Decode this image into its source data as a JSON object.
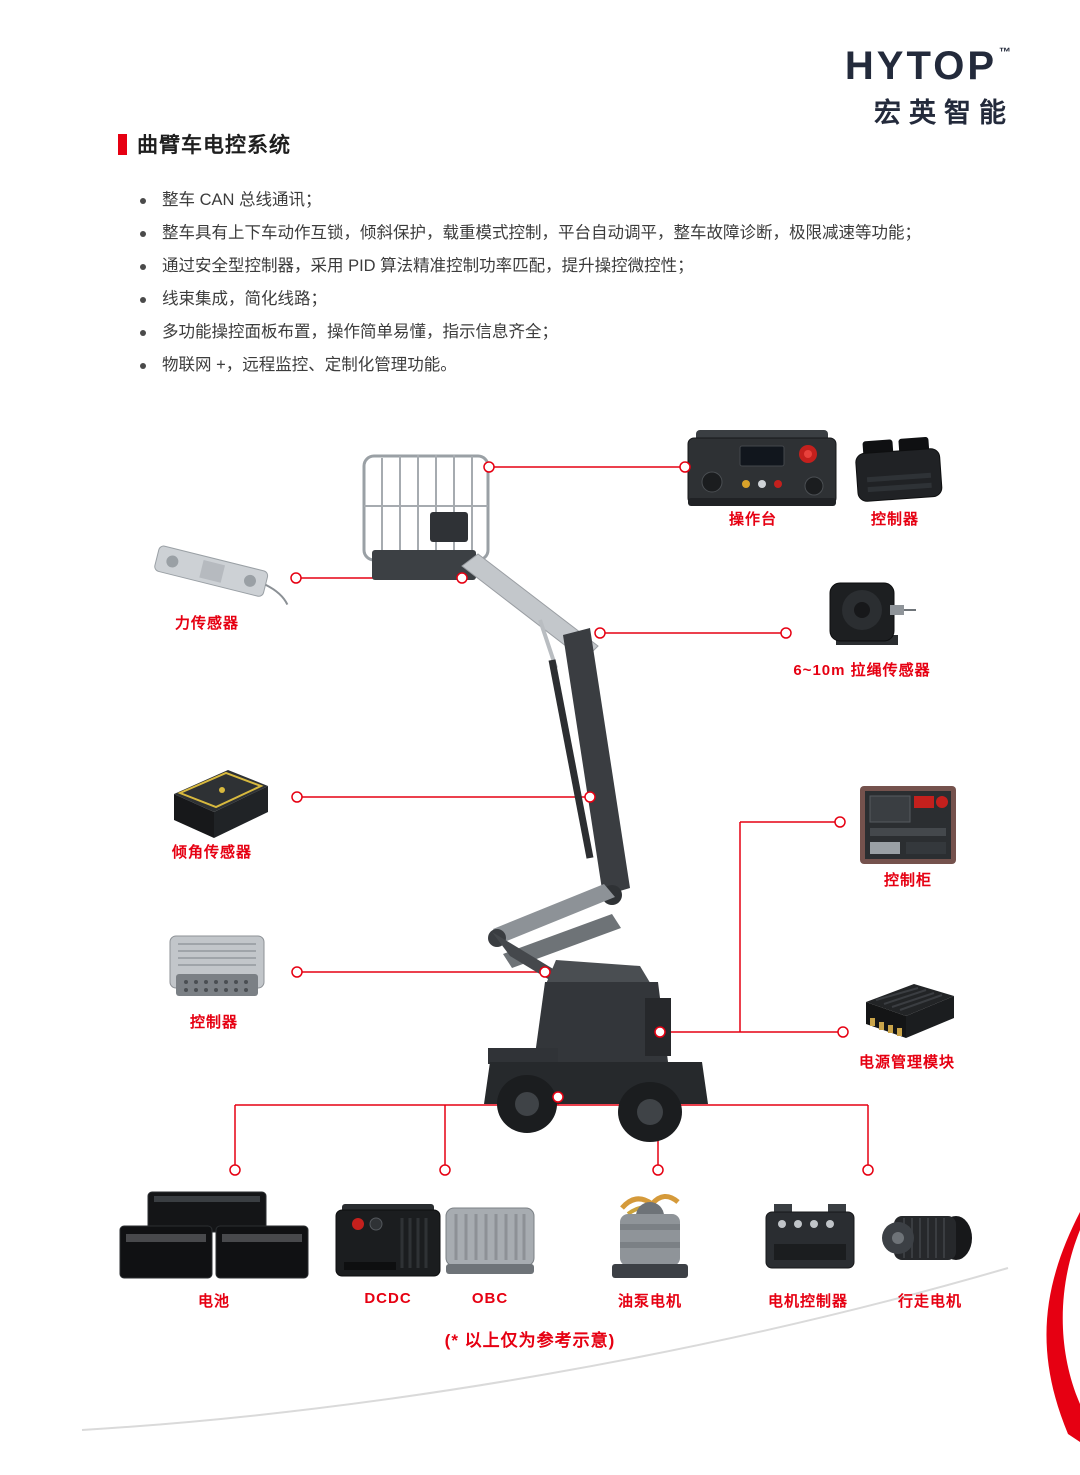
{
  "logo": {
    "brand": "HYTOP",
    "tm": "™",
    "subbrand": "宏英智能"
  },
  "title": "曲臂车电控系统",
  "bullets": [
    "整车 CAN 总线通讯；",
    "整车具有上下车动作互锁，倾斜保护，载重模式控制，平台自动调平，整车故障诊断，极限减速等功能；",
    "通过安全型控制器，采用 PID 算法精准控制功率匹配，提升操控微控性；",
    "线束集成，简化线路；",
    "多功能操控面板布置，操作简单易懂，指示信息齐全；",
    "物联网 +，远程监控、定制化管理功能。"
  ],
  "components": {
    "console": "操作台",
    "controller_top": "控制器",
    "force_sensor": "力传感器",
    "rope_sensor": "6~10m 拉绳传感器",
    "tilt_sensor": "倾角传感器",
    "control_cabinet": "控制柜",
    "controller_left": "控制器",
    "power_module": "电源管理模块",
    "battery": "电池",
    "dcdc": "DCDC",
    "obc": "OBC",
    "pump_motor": "油泵电机",
    "motor_controller": "电机控制器",
    "travel_motor": "行走电机"
  },
  "footnote": "(* 以上仅为参考示意)",
  "colors": {
    "accent_red": "#e60012",
    "brand_navy": "#232a3b",
    "body_text": "#3c3c3c"
  }
}
